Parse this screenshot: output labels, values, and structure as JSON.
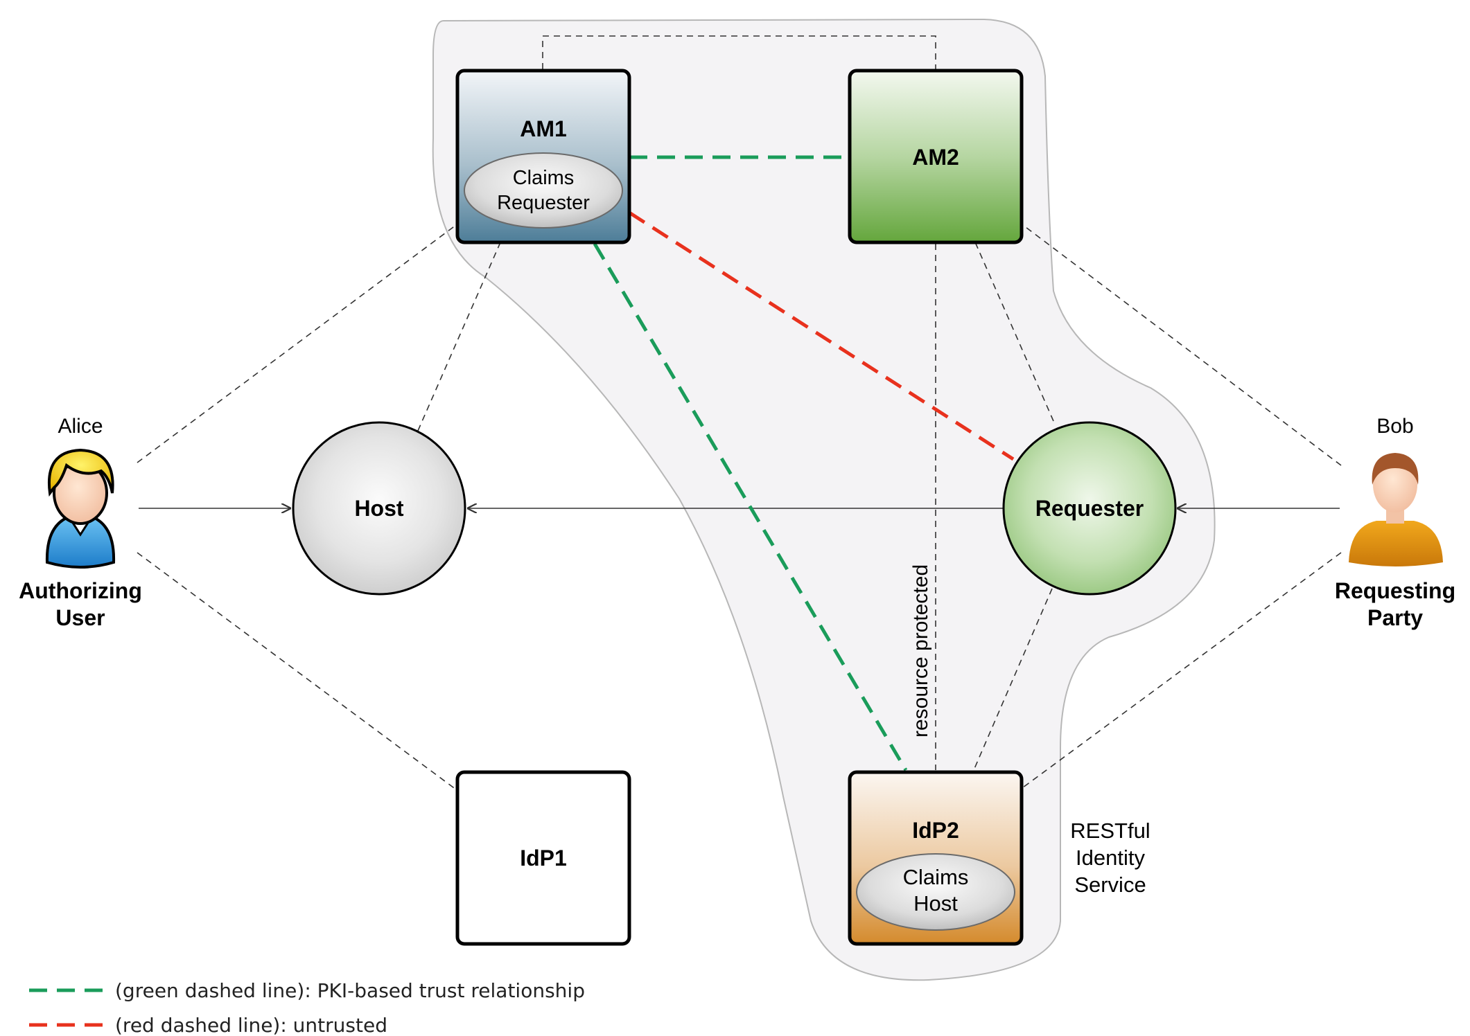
{
  "colors": {
    "trusted": "#1a9c5a",
    "untrusted": "#e8311d",
    "connector": "#333333",
    "domain_fill": "#f4f3f5"
  },
  "nodes": {
    "am1": {
      "title": "AM1",
      "inner": [
        "Claims",
        "Requester"
      ]
    },
    "am2": {
      "title": "AM2"
    },
    "idp1": {
      "title": "IdP1"
    },
    "idp2": {
      "title": "IdP2",
      "inner": [
        "Claims",
        "Host"
      ]
    },
    "host": {
      "title": "Host"
    },
    "requester": {
      "title": "Requester"
    }
  },
  "people": {
    "alice": {
      "name": "Alice",
      "role": [
        "Authorizing",
        "User"
      ],
      "icon": "user-blonde-icon"
    },
    "bob": {
      "name": "Bob",
      "role": [
        "Requesting",
        "Party"
      ],
      "icon": "user-person-icon"
    }
  },
  "annotations": {
    "resource_protected": "resource protected",
    "restful": [
      "RESTful",
      "Identity",
      "Service"
    ]
  },
  "legend": [
    {
      "kind": "trusted",
      "text": "(green dashed line): PKI-based trust relationship"
    },
    {
      "kind": "untrusted",
      "text": "(red dashed line): untrusted"
    }
  ]
}
